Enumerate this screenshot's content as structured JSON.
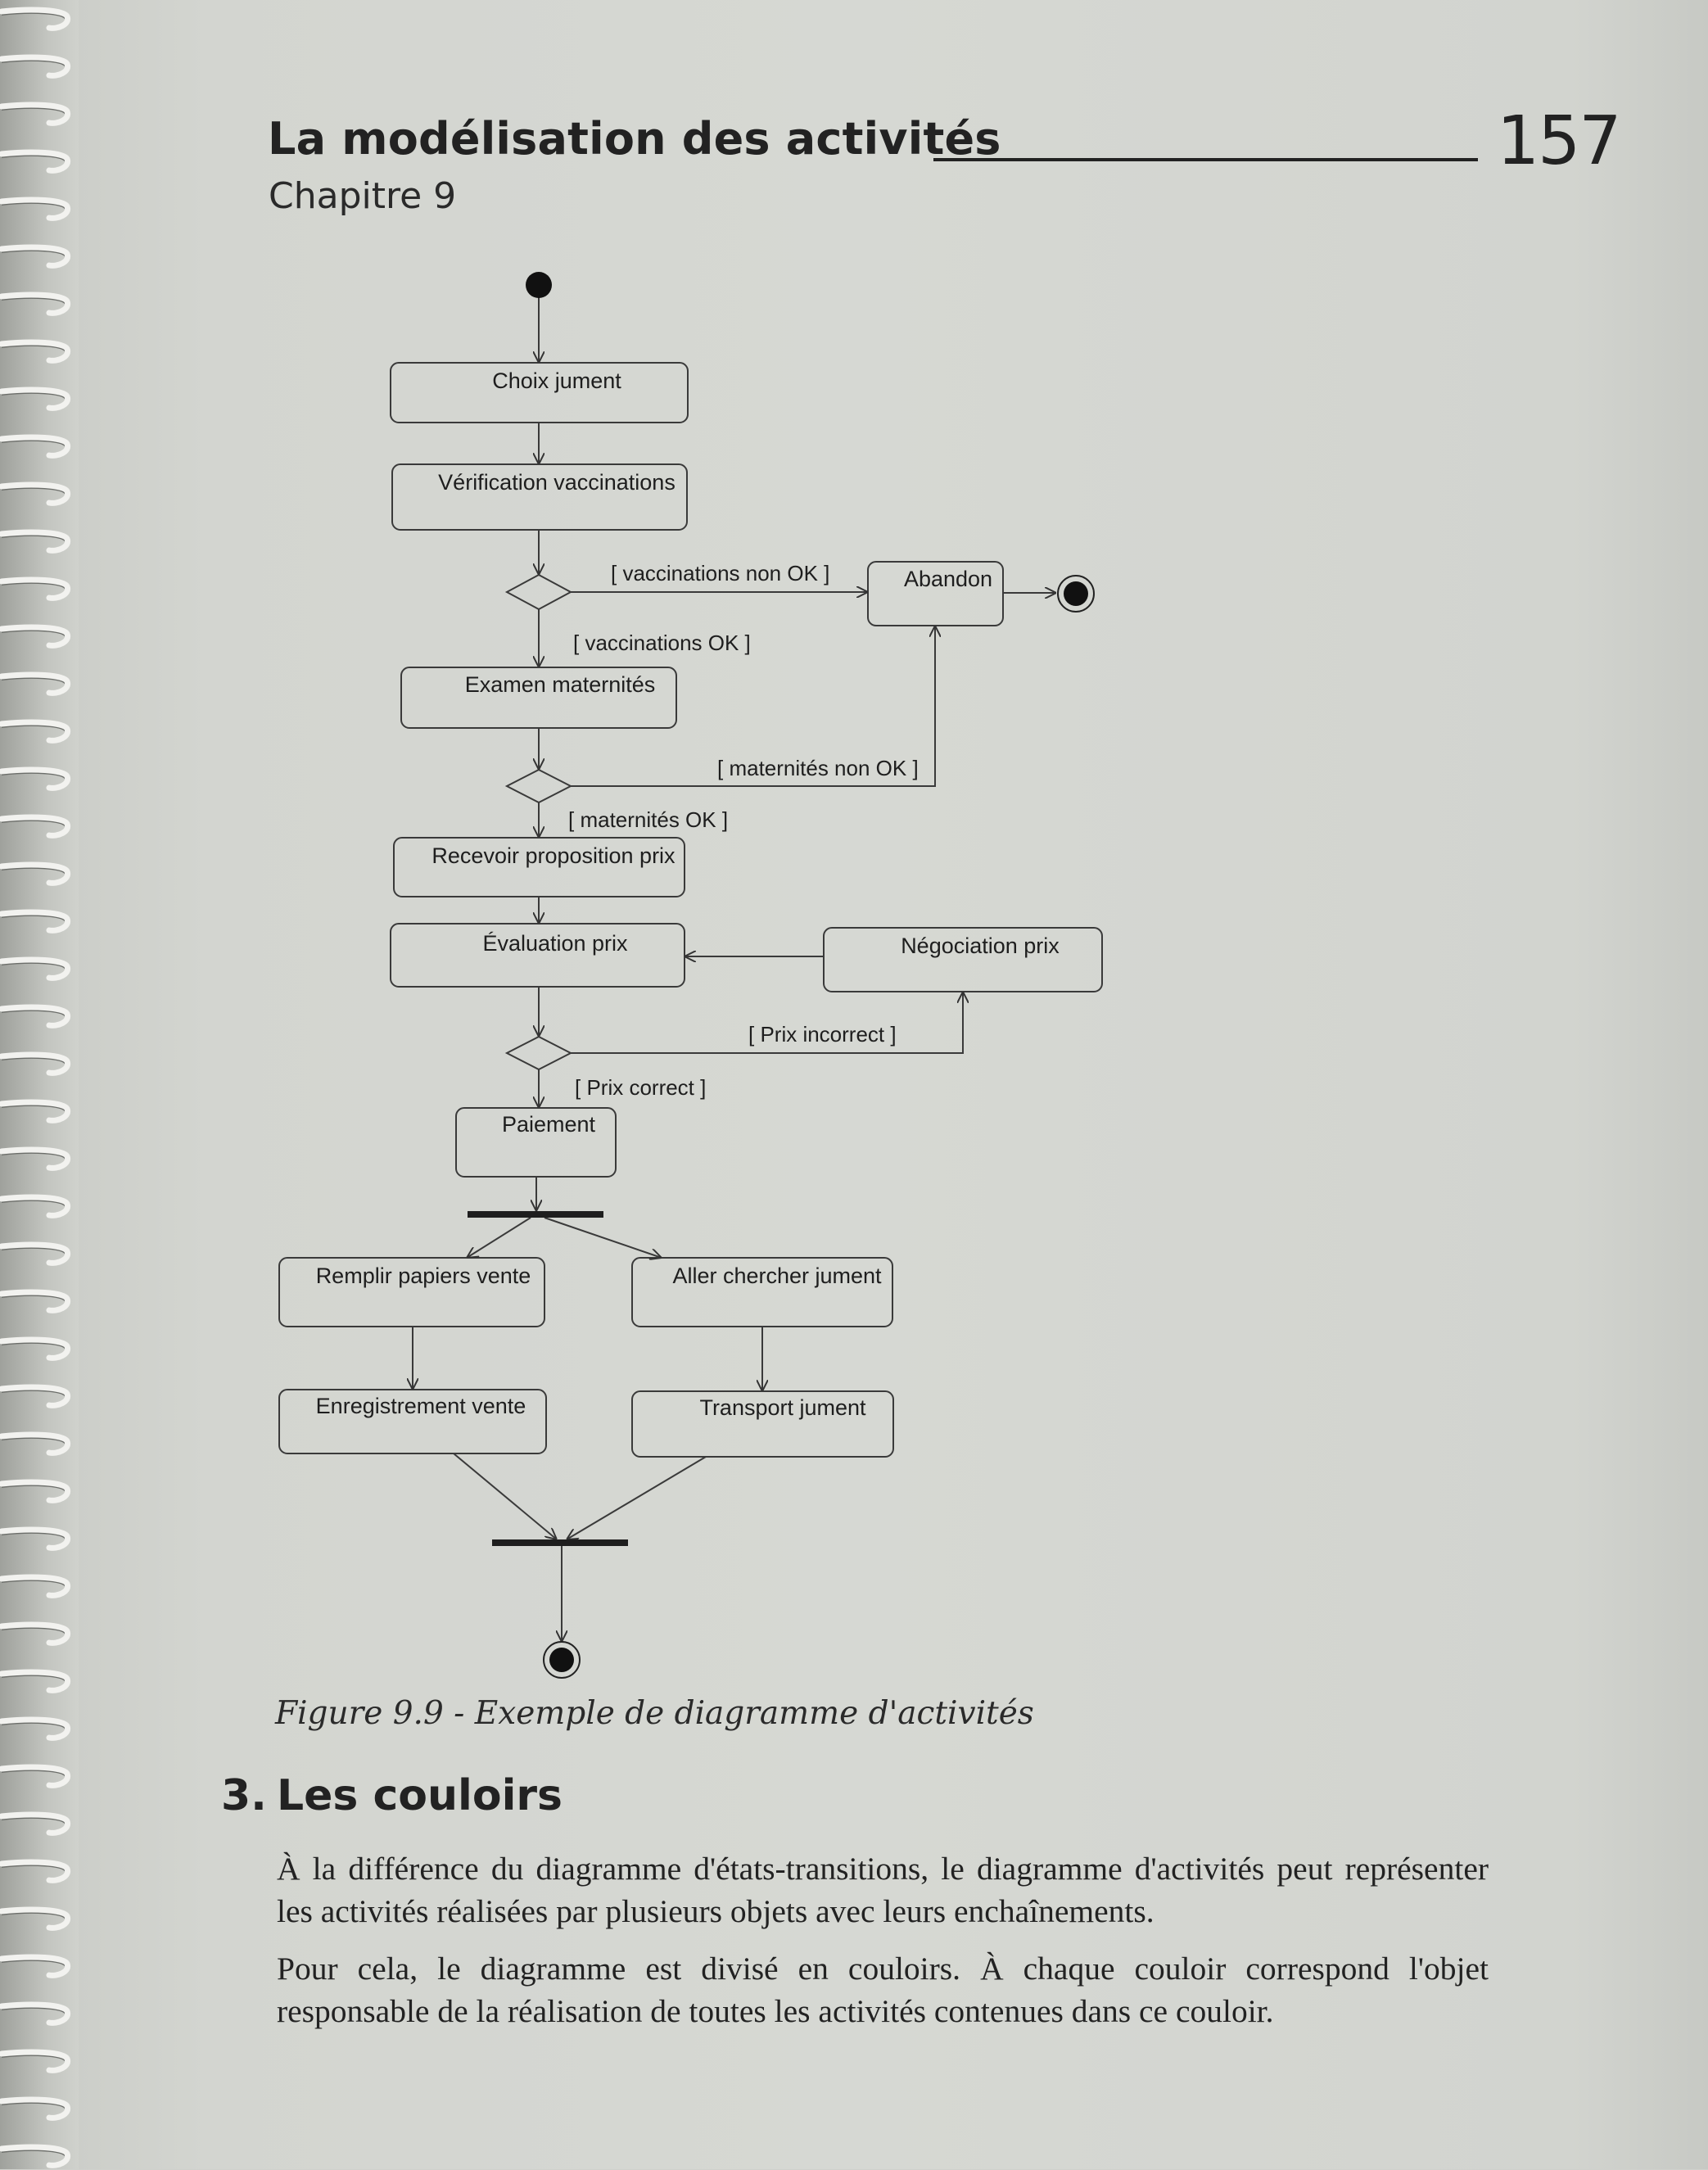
{
  "header": {
    "title": "La modélisation des activités",
    "chapter": "Chapitre 9",
    "page_number": "157"
  },
  "diagram": {
    "activities": {
      "choix_jument": "Choix jument",
      "verification": "Vérification vaccinations",
      "abandon": "Abandon",
      "examen": "Examen maternités",
      "recevoir": "Recevoir proposition prix",
      "evaluation": "Évaluation prix",
      "negociation": "Négociation prix",
      "paiement": "Paiement",
      "remplir": "Remplir papiers vente",
      "aller": "Aller chercher jument",
      "enregistrement": "Enregistrement vente",
      "transport": "Transport jument"
    },
    "guards": {
      "vacc_non_ok": "[ vaccinations non OK ]",
      "vacc_ok": "[ vaccinations OK ]",
      "mat_non_ok": "[ maternités non OK ]",
      "mat_ok": "[ maternités OK ]",
      "prix_incorrect": "[ Prix incorrect ]",
      "prix_correct": "[ Prix correct ]"
    }
  },
  "caption": "Figure 9.9 - Exemple de diagramme d'activités",
  "section": {
    "number": "3.",
    "title": "Les couloirs"
  },
  "paragraphs": [
    "À la différence du diagramme d'états-transitions, le diagramme d'activités peut représenter les activités réalisées par plusieurs objets avec leurs enchaînements.",
    "Pour cela, le diagramme est divisé en couloirs. À chaque couloir correspond l'objet responsable de la réalisation de toutes les activités contenues dans ce couloir."
  ]
}
